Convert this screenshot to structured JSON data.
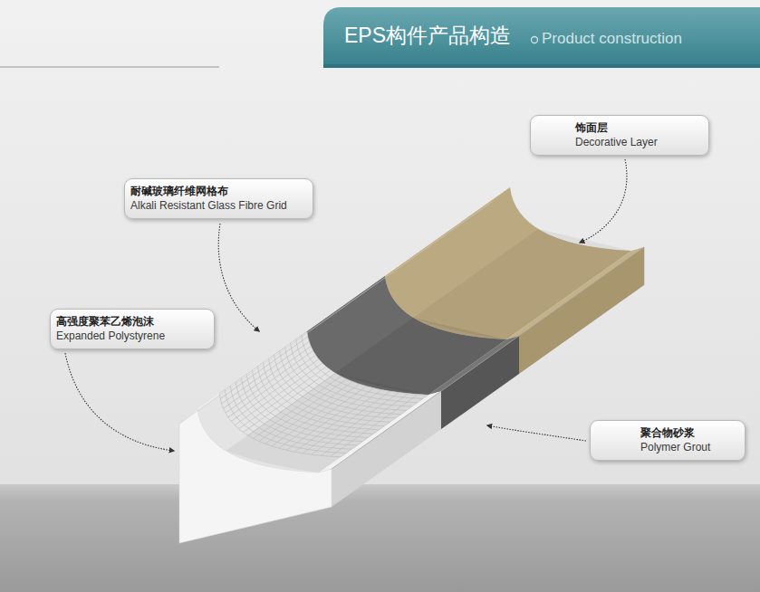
{
  "diagram": {
    "title": "EPS构件产品构造",
    "nodes": [
      {
        "text": [
          "饰面层",
          "Decorative Layer"
        ]
      },
      {
        "text": [
          "耐碱玻璃纤维网格布",
          "Alkali Resistant Glass Fibre Grid"
        ]
      },
      {
        "text": [
          "高强度聚苯乙烯泡沫",
          "Expanded Polystyrene"
        ]
      },
      {
        "text": [
          "聚合物砂浆",
          "Polymer Grout"
        ]
      }
    ],
    "labels": [
      "Product construction"
    ]
  }
}
